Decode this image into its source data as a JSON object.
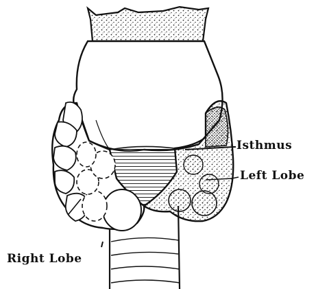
{
  "figure": {
    "labels": {
      "isthmus": "Isthmus",
      "left_lobe": "Left Lobe",
      "right_lobe": "Right Lobe"
    },
    "colors": {
      "ink": "#111111",
      "paper": "#ffffff"
    }
  }
}
